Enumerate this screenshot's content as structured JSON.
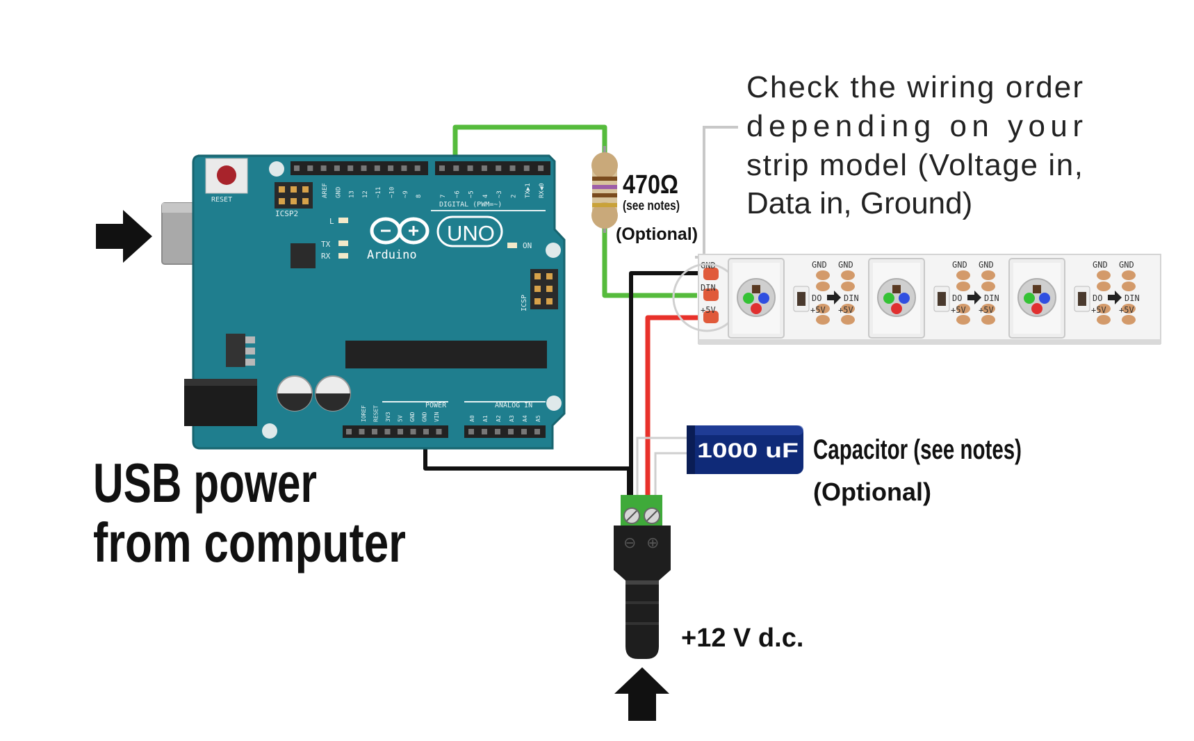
{
  "note": {
    "lines": [
      "Check the wiring order",
      "depending on your",
      "strip model (Voltage in,",
      "Data in, Ground)"
    ]
  },
  "arduino": {
    "brand": "Arduino",
    "model": "UNO",
    "reset_label": "RESET",
    "icsp2_label": "ICSP2",
    "icsp_label": "ICSP",
    "l_label": "L",
    "tx_label": "TX",
    "rx_label": "RX",
    "on_label": "ON",
    "digital_header": "DIGITAL (PWM=~)",
    "digital_pins": [
      "AREF",
      "GND",
      "13",
      "12",
      "~11",
      "~10",
      "~9",
      "8",
      "7",
      "~6",
      "~5",
      "4",
      "~3",
      "2",
      "TX▶1",
      "RX◀0"
    ],
    "power_header": "POWER",
    "power_pins": [
      "IOREF",
      "RESET",
      "3V3",
      "5V",
      "GND",
      "GND",
      "VIN"
    ],
    "analog_header": "ANALOG IN",
    "analog_pins": [
      "A0",
      "A1",
      "A2",
      "A3",
      "A4",
      "A5"
    ]
  },
  "resistor": {
    "value": "470Ω",
    "note": "(see notes)",
    "optional": "(Optional)"
  },
  "strip": {
    "pad_labels": [
      "GND",
      "DIN",
      "+5V"
    ],
    "gnd_label": "GND",
    "do_label": "DO",
    "din_label": "DIN",
    "v5_label": "+5V"
  },
  "capacitor": {
    "body_text": "1000 uF",
    "label": "Capacitor (see notes)",
    "optional": "(Optional)"
  },
  "usb": {
    "line1": "USB power",
    "line2": "from computer"
  },
  "dc_jack": {
    "label": "+12 V d.c.",
    "minus": "⊖",
    "plus": "⊕"
  },
  "colors": {
    "board": "#1f7e8e",
    "wire_green": "#55bb3c",
    "wire_red": "#e8312a",
    "wire_black": "#111111",
    "capacitor": "#0f2a78"
  }
}
